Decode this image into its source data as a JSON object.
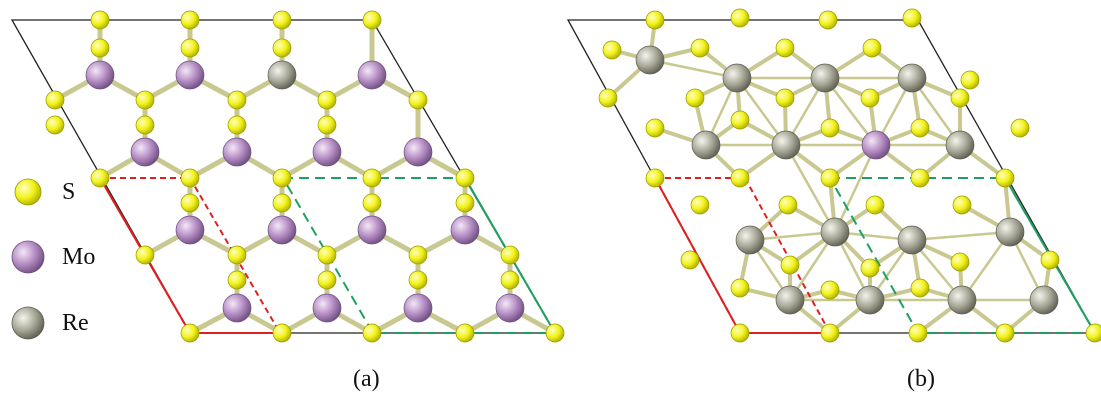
{
  "colors": {
    "S": "#f2f21a",
    "Mo": "#b48cc3",
    "Re": "#a8a898",
    "bond": "#c8c890",
    "cell": "#222222",
    "red_cell": "#e02020",
    "green_cell": "#20a060"
  },
  "legend": {
    "items": [
      {
        "label": "S",
        "element": "S"
      },
      {
        "label": "Mo",
        "element": "Mo"
      },
      {
        "label": "Re",
        "element": "Re"
      }
    ]
  },
  "panels": {
    "a": {
      "label": "(a)"
    },
    "b": {
      "label": "(b)"
    }
  }
}
